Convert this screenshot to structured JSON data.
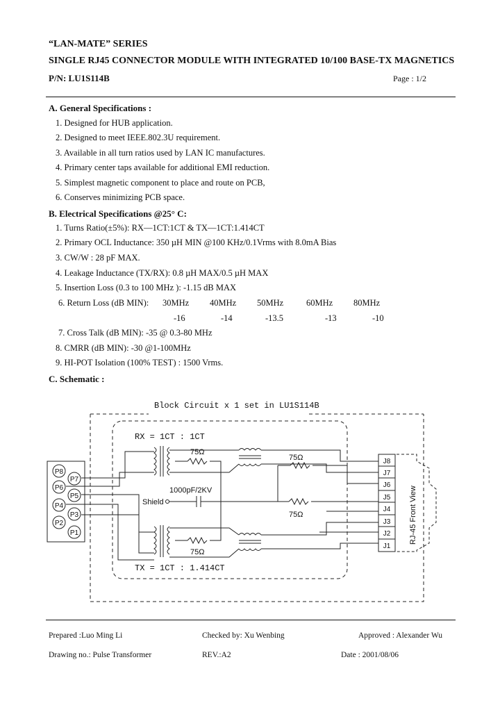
{
  "header": {
    "series": "“LAN-MATE” SERIES",
    "title": "SINGLE RJ45 CONNECTOR MODULE WITH INTEGRATED 10/100 BASE-TX MAGNETICS",
    "part_number": "P/N: LU1S114B",
    "page": "Page : 1/2"
  },
  "general": {
    "heading": "A. General Specifications :",
    "items": [
      "1. Designed for HUB application.",
      "2. Designed to meet IEEE.802.3U requirement.",
      "3. Available in all turn ratios used by LAN IC manufactures.",
      "4. Primary center taps available for additional EMI reduction.",
      "5. Simplest magnetic component to place and route on PCB,",
      "6. Conserves minimizing PCB space."
    ]
  },
  "electrical": {
    "heading": "B. Electrical Specifications @25° C:",
    "items": [
      "1. Turns Ratio(±5%): RX—1CT:1CT & TX—1CT:1.414CT",
      "2. Primary OCL Inductance: 350 µH MIN @100 KHz/0.1Vrms with 8.0mA Bias",
      "3. CW/W : 28 pF MAX.",
      "4. Leakage Inductance (TX/RX): 0.8 µH MAX/0.5 µH MAX",
      "5. Insertion Loss (0.3 to 100 MHz ): -1.15 dB MAX"
    ],
    "return_loss": {
      "label": "6. Return  Loss (dB MIN):",
      "freqs": [
        "30MHz",
        "40MHz",
        "50MHz",
        "60MHz",
        "80MHz"
      ],
      "values": [
        "-16",
        "-14",
        "-13.5",
        "-13",
        "-10"
      ]
    },
    "items2": [
      "7. Cross Talk (dB MIN): -35 @ 0.3-80 MHz",
      "8. CMRR (dB MIN): -30 @1-100MHz",
      "9. HI-POT Isolation (100% TEST) : 1500 Vrms."
    ]
  },
  "schematic": {
    "heading": "C. Schematic :",
    "block_title": "Block Circuit  x 1 set in LU1S114B",
    "rx_label": "RX = 1CT : 1CT",
    "tx_label": "TX = 1CT : 1.414CT",
    "res_label": "75Ω",
    "cap_label": "1000pF/2KV",
    "shield_label": "Shield",
    "front_view_label": "RJ-45 Front View",
    "left_pins": [
      "P8",
      "P7",
      "P6",
      "P5",
      "P4",
      "P3",
      "P2",
      "P1"
    ],
    "jacks": [
      "J8",
      "J7",
      "J6",
      "J5",
      "J4",
      "J3",
      "J2",
      "J1"
    ]
  },
  "footer": {
    "prepared": "Prepared :Luo Ming Li",
    "checked": "Checked  by:  Xu  Wenbing",
    "approved": "Approved : Alexander Wu",
    "drawing": "Drawing  no.:  Pulse  Transformer",
    "rev": "REV.:A2",
    "date": "Date : 2001/08/06"
  }
}
